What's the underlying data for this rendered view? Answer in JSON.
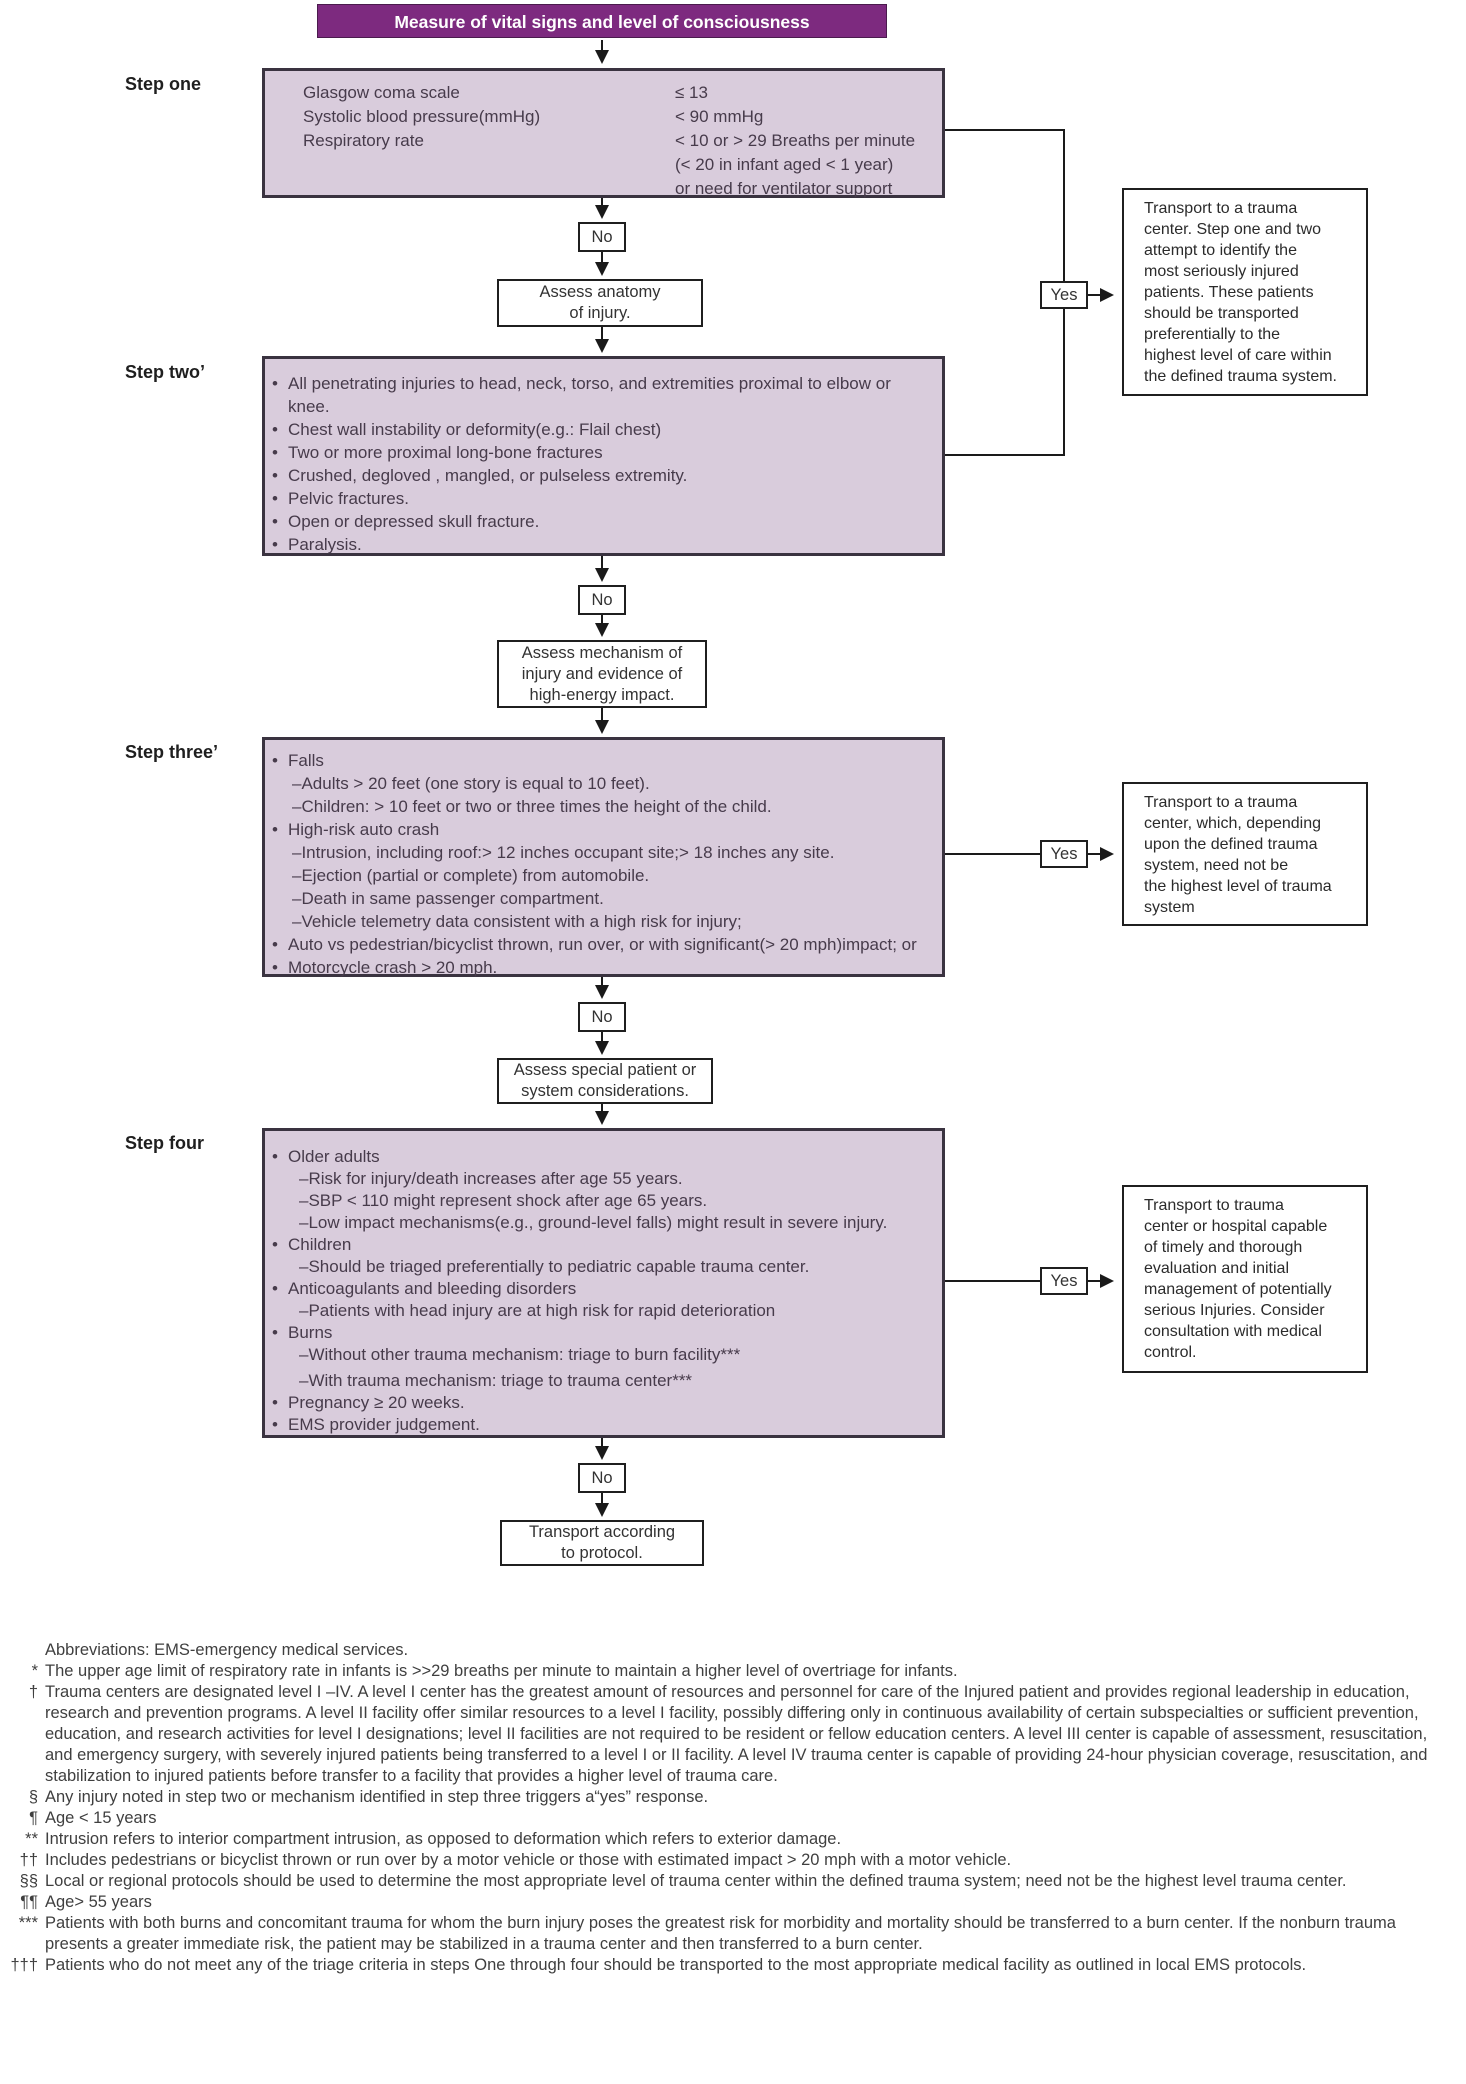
{
  "title": "Measure of vital signs and level of consciousness",
  "labels": {
    "no": "No",
    "yes": "Yes"
  },
  "colors": {
    "header_bg": "#7d2a7f",
    "header_text": "#ffffff",
    "panel_bg": "#d9ccdc",
    "panel_border": "#3a3340",
    "panel_text": "#473b4b",
    "box_border": "#1f1f1f",
    "line": "#1a1a1a"
  },
  "step_one": {
    "label": "Step one",
    "left": [
      "Glasgow coma scale",
      "Systolic blood pressure(mmHg)",
      "Respiratory rate"
    ],
    "right": [
      "≤ 13",
      "< 90 mmHg",
      "< 10 or > 29 Breaths per minute",
      "(< 20 in infant aged < 1 year)",
      "or need for ventilator support"
    ]
  },
  "assess": {
    "anatomy": "Assess anatomy\nof injury.",
    "mechanism": "Assess mechanism of\ninjury and evidence of\nhigh-energy impact.",
    "special": "Assess special patient or\nsystem considerations.",
    "protocol": "Transport according\nto protocol."
  },
  "step_two": {
    "label": "Step two’",
    "lines": [
      "All penetrating injuries to head, neck, torso, and extremities proximal to elbow or knee.",
      "Chest wall instability or deformity(e.g.: Flail chest)",
      "Two or more  proximal long-bone fractures",
      "Crushed, degloved , mangled, or pulseless extremity.",
      "Pelvic fractures.",
      "Open or depressed skull fracture.",
      "Paralysis."
    ]
  },
  "step_three": {
    "label": "Step three’",
    "lines": [
      "Falls",
      "–Adults > 20 feet (one story is equal to 10 feet).",
      "–Children: > 10 feet or two or three times the height of the child.",
      "High-risk auto crash",
      "–Intrusion, including roof:> 12 inches occupant site;> 18 inches  any site.",
      "–Ejection (partial or complete) from automobile.",
      "–Death in same passenger compartment.",
      "–Vehicle telemetry data consistent with a high risk for injury;",
      "Auto vs pedestrian/bicyclist thrown, run over, or with significant(> 20 mph)impact; or",
      "Motorcycle crash > 20 mph."
    ]
  },
  "step_four": {
    "label": "Step four",
    "lines": [
      "Older adults",
      "–Risk for injury/death increases after age 55 years.",
      "–SBP < 110 might represent shock after age 65 years.",
      "–Low impact mechanisms(e.g., ground-level falls) might result in severe injury.",
      "Children",
      "–Should be triaged preferentially to pediatric capable trauma center.",
      "Anticoagulants and bleeding disorders",
      "–Patients with  head injury are at  high risk for rapid deterioration",
      "Burns",
      "–Without other trauma mechanism: triage to burn facility***",
      "–With trauma mechanism: triage to trauma center***",
      "Pregnancy ≥ 20 weeks.",
      "EMS provider judgement."
    ]
  },
  "transport": {
    "one": "Transport to a trauma\ncenter. Step one and two\nattempt to identify the\nmost seriously injured\npatients. These patients\nshould be transported\npreferentially to the\nhighest level of care within\nthe defined trauma system.",
    "two": "Transport to a trauma\ncenter, which, depending\nupon the defined trauma\nsystem, need not be\nthe highest level of trauma\nsystem",
    "three": "Transport to trauma\ncenter or hospital capable\nof timely and thorough\nevaluation and initial\nmanagement of potentially\nserious Injuries. Consider\nconsultation with medical\ncontrol."
  },
  "footnotes": [
    {
      "m": "",
      "t": "Abbreviations: EMS-emergency medical services."
    },
    {
      "m": "*",
      "t": "The upper age limit of respiratory rate in infants is >>29 breaths per minute to maintain a higher level of overtriage for infants."
    },
    {
      "m": "†",
      "t": "Trauma centers are designated level I –IV. A level I center has the greatest amount of resources and personnel for care of the Injured  patient and provides regional leadership in education, research and prevention programs. A level II facility offer similar resources to a level I facility, possibly differing only in continuous availability of certain subspecialties or sufficient prevention, education, and research activities for level I designations; level II facilities are not required to be resident or fellow education  centers. A level III center is capable of assessment, resuscitation, and emergency surgery, with severely injured patients being transferred to a level I or II facility. A level IV trauma center is capable of providing 24-hour physician coverage, resuscitation, and stabilization to injured patients before transfer to a facility that provides a higher level of trauma care."
    },
    {
      "m": "§",
      "t": "Any injury noted in step two or mechanism identified in step three triggers a“yes” response."
    },
    {
      "m": "¶",
      "t": "Age < 15 years"
    },
    {
      "m": "**",
      "t": "Intrusion refers to interior compartment intrusion, as opposed to deformation which refers to exterior damage."
    },
    {
      "m": "††",
      "t": "Includes pedestrians or bicyclist thrown or run over by a motor vehicle or those with estimated impact > 20 mph with a motor vehicle."
    },
    {
      "m": "§§",
      "t": "Local or regional protocols should be used to determine the most appropriate level of trauma center within the defined trauma system; need not  be the highest level trauma center."
    },
    {
      "m": "¶¶",
      "t": "Age> 55 years"
    },
    {
      "m": "***",
      "t": "Patients with both burns and concomitant trauma for whom the burn injury poses the greatest risk for morbidity and mortality should be transferred to a burn center. If the nonburn trauma presents a greater immediate risk, the patient may be stabilized  in a trauma center and then transferred to a burn center."
    },
    {
      "m": "†††",
      "t": "Patients who do not meet any of the triage criteria in steps One through four should be transported to the most appropriate medical facility as outlined in local EMS protocols."
    }
  ]
}
